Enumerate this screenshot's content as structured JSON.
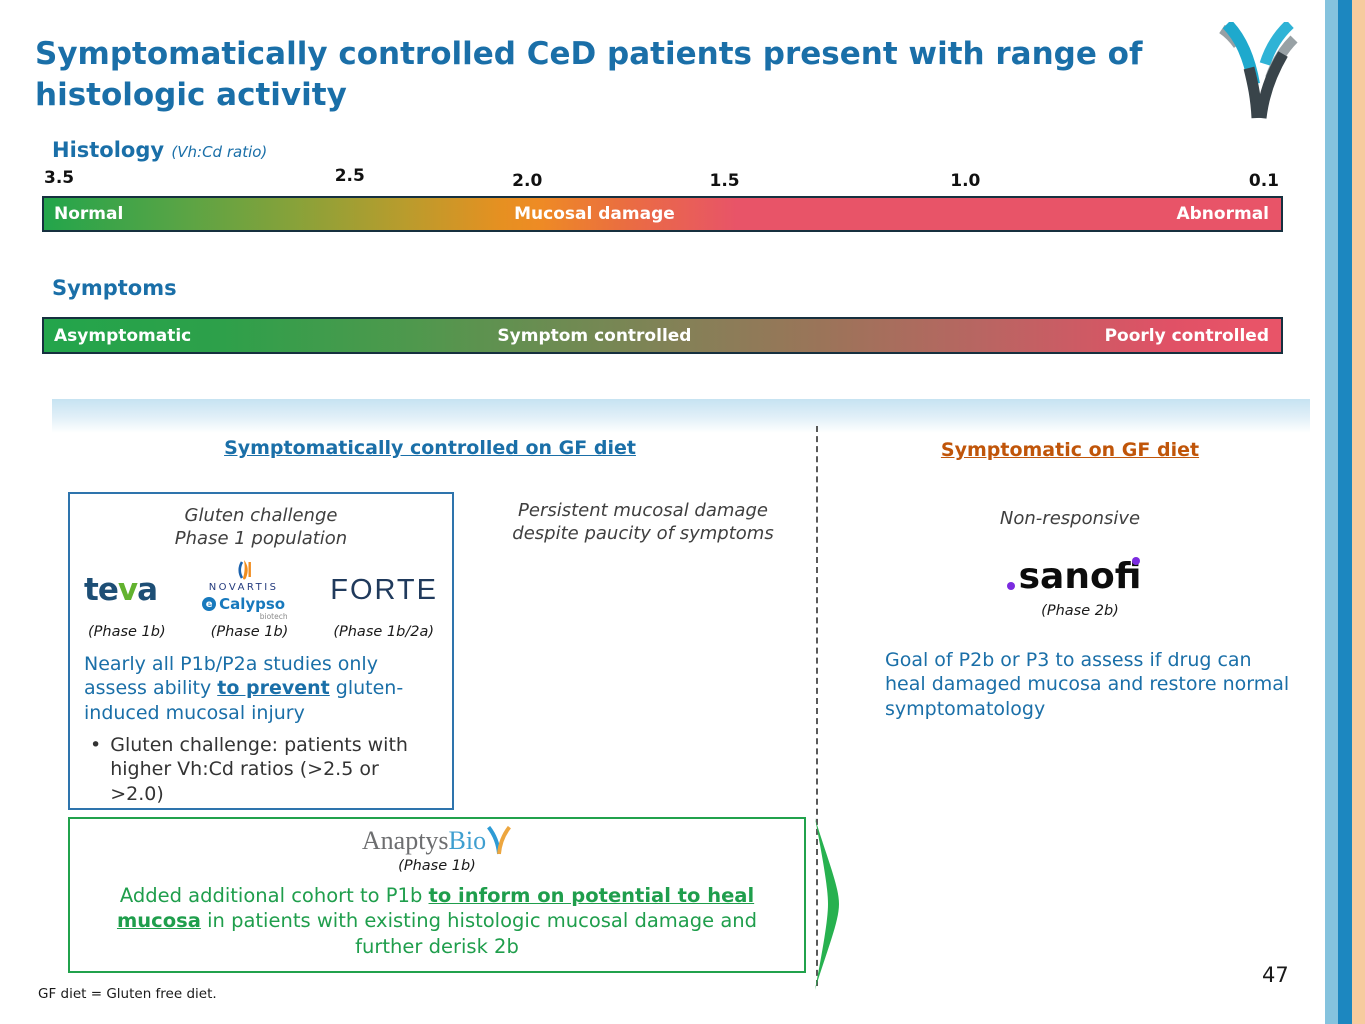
{
  "title": "Symptomatically controlled CeD patients present with range of histologic activity",
  "colors": {
    "accent_blue": "#1a6fa8",
    "header_orange": "#c05509",
    "green": "#1f9e4c",
    "bar_green": "#23a54b",
    "bar_orange": "#ee8b24",
    "bar_pink": "#e85468",
    "stripe_light_blue": "#85c3de",
    "stripe_blue": "#1c87c0",
    "stripe_peach": "#f6cb9e",
    "sanofi_purple": "#7b2be0"
  },
  "histology": {
    "heading": "Histology",
    "note": "(Vh:Cd ratio)",
    "ticks": [
      "3.5",
      "2.5",
      "2.0",
      "1.5",
      "1.0",
      "0.1"
    ],
    "zone_left": "Normal",
    "zone_center": "Mucosal damage",
    "zone_right": "Abnormal"
  },
  "symptoms": {
    "heading": "Symptoms",
    "zone_left": "Asymptomatic",
    "zone_center": "Symptom controlled",
    "zone_right": "Poorly controlled"
  },
  "left_column": {
    "header": "Symptomatically controlled on GF diet",
    "middle_note": "Persistent mucosal damage\ndespite paucity of symptoms",
    "study_box": {
      "caption": "Gluten challenge\nPhase 1 population",
      "logos": {
        "teva_pre": "te",
        "teva_v": "v",
        "teva_post": "a",
        "novartis": "NOVARTIS",
        "calypso_icon_letter": "e",
        "calypso": "Calypso",
        "calypso_sub": "biotech",
        "forte": "FORTE"
      },
      "phases": [
        "(Phase 1b)",
        "(Phase 1b)",
        "(Phase 1b/2a)"
      ],
      "statement": {
        "pre": "Nearly all P1b/P2a studies only assess ability ",
        "emphasis": "to prevent",
        "post": " gluten-induced mucosal injury"
      },
      "bullet": "Gluten challenge: patients with higher Vh:Cd ratios (>2.5 or >2.0)"
    },
    "anaptys_box": {
      "logo_gray": "Anaptys",
      "logo_blue": "Bio",
      "phase": "(Phase 1b)",
      "statement": {
        "pre": "Added additional cohort to P1b ",
        "emphasis": "to inform on potential to heal mucosa",
        "post": " in patients with existing histologic mucosal damage and further derisk 2b"
      }
    }
  },
  "right_column": {
    "header": "Symptomatic on GF diet",
    "note": "Non-responsive",
    "logo": "sanofi",
    "phase": "(Phase 2b)",
    "statement": "Goal of P2b or P3 to assess if drug can heal damaged mucosa and restore normal symptomatology"
  },
  "footer": {
    "footnote": "GF diet = Gluten free diet.",
    "page_number": "47"
  }
}
